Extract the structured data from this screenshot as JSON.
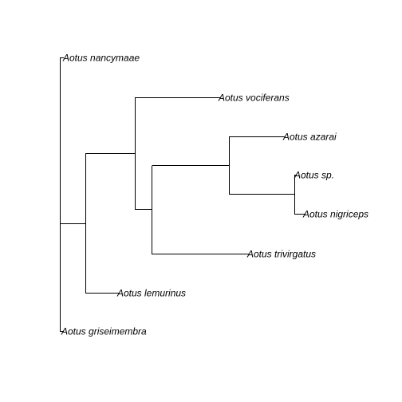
{
  "tree": {
    "tips": [
      {
        "id": "t_nancymaae",
        "label": "Aotus nancymaae"
      },
      {
        "id": "t_vociferans",
        "label": "Aotus vociferans"
      },
      {
        "id": "t_azarai",
        "label": "Aotus azarai"
      },
      {
        "id": "t_sp",
        "label": "Aotus sp."
      },
      {
        "id": "t_nigriceps",
        "label": "Aotus nigriceps"
      },
      {
        "id": "t_trivirgatus",
        "label": "Aotus trivirgatus"
      },
      {
        "id": "t_lemurinus",
        "label": "Aotus lemurinus"
      },
      {
        "id": "t_griseimembra",
        "label": "Aotus griseimembra"
      }
    ],
    "line_color": "#000000",
    "label_style": "italic"
  }
}
